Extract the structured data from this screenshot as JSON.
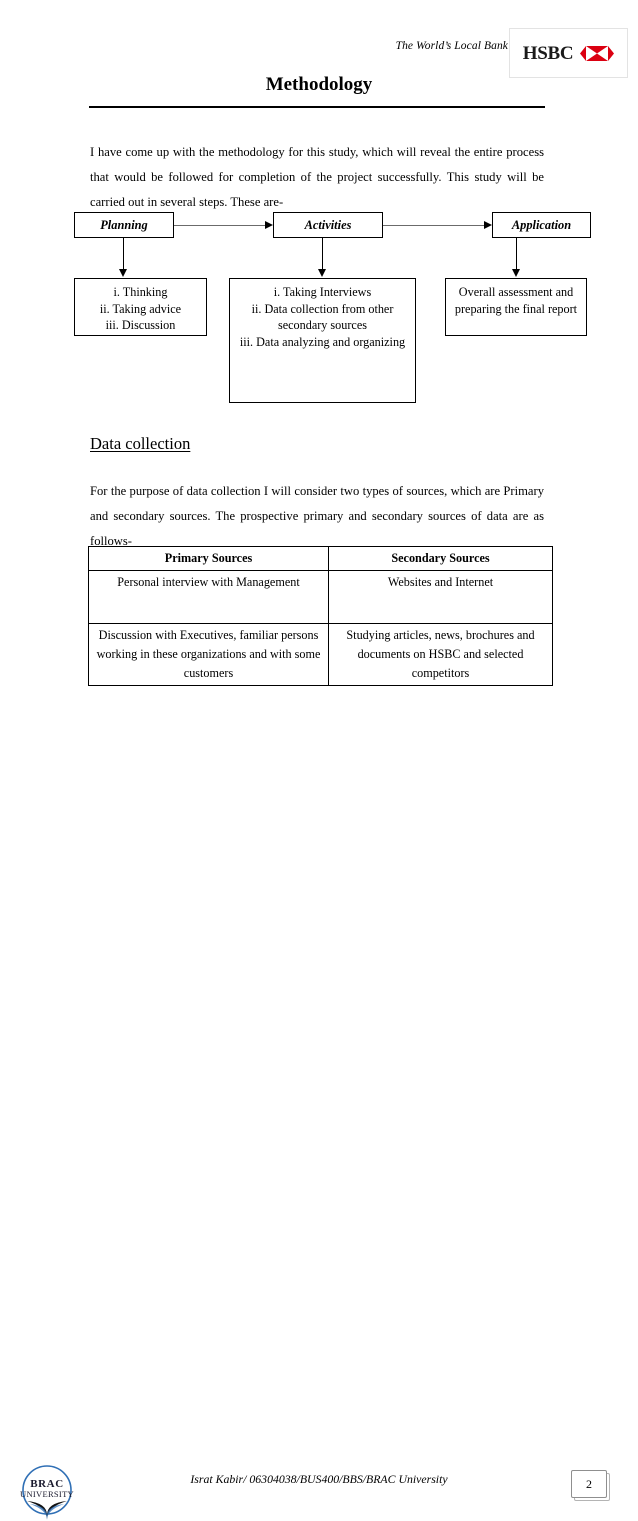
{
  "header": {
    "tagline": "The World’s Local Bank",
    "logo_wordmark": "HSBC",
    "logo_color": "#db0011"
  },
  "title": "Methodology",
  "intro_paragraph": "I have come up with the methodology for this study, which will reveal the entire process that would be followed for completion of the project successfully. This study will be carried out in several steps. These are-",
  "flowchart": {
    "stages": [
      {
        "label": "Planning",
        "details": "i. Thinking\nii. Taking advice\niii. Discussion"
      },
      {
        "label": "Activities",
        "details": "i. Taking Interviews\nii. Data collection from other secondary sources\niii. Data analyzing and organizing"
      },
      {
        "label": "Application",
        "details": "Overall assessment and preparing the final report"
      }
    ]
  },
  "section": {
    "heading": "Data collection",
    "paragraph": "For the purpose of data collection I will consider two types of sources, which are Primary and secondary sources. The prospective primary and secondary sources of data are as follows-"
  },
  "table": {
    "headers": [
      "Primary Sources",
      "Secondary Sources"
    ],
    "rows": [
      [
        "Personal interview with Management",
        "Websites and Internet"
      ],
      [
        "Discussion with Executives, familiar persons working in these organizations and with some customers",
        "Studying articles, news, brochures and documents on HSBC and selected competitors"
      ]
    ]
  },
  "footer": {
    "logo_line1": "BRAC",
    "logo_line2": "UNIVERSITY",
    "text": "Israt Kabir/ 06304038/BUS400/BBS/BRAC University",
    "page_number": "2"
  }
}
